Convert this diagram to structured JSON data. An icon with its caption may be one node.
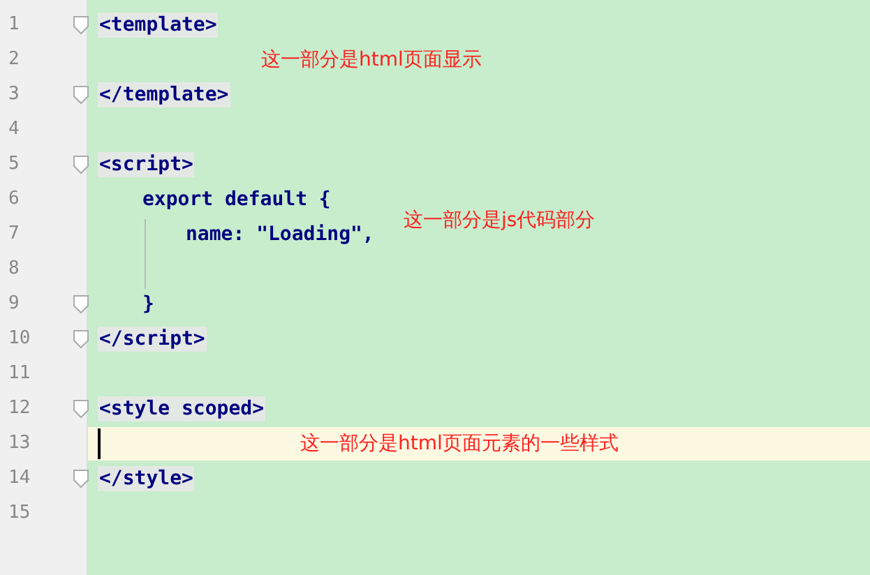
{
  "diagram": {
    "labels": [
      "1",
      "<template>",
      "2",
      "这一部分是html页面显示",
      "3",
      "</template>",
      "4",
      "5",
      "<script>",
      "6",
      "export default {",
      "这一部分是js代码部分",
      "7",
      "name: \"Loading\",",
      "8",
      "9",
      "}",
      "10",
      "</script>",
      "11",
      "12",
      "<style scoped>",
      "13",
      "这一部分是html页面元素的一些样式",
      "14",
      "</style>",
      "15"
    ]
  }
}
